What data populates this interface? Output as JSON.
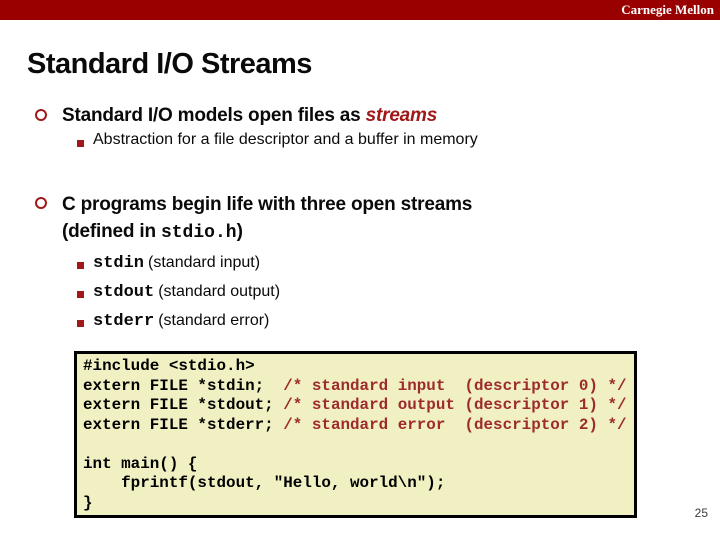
{
  "header": {
    "brand": "Carnegie Mellon"
  },
  "title": "Standard I/O Streams",
  "bullets": {
    "b1": {
      "main": "Standard I/O models open files as ",
      "emphasis": "streams",
      "sub": "Abstraction for a file descriptor and a buffer in memory"
    },
    "b2": {
      "line1": "C programs begin life with three open streams",
      "line2_prefix": "(defined in ",
      "line2_code": "stdio.h",
      "line2_suffix": ")",
      "items": [
        {
          "code": "stdin",
          "desc": "(standard input)"
        },
        {
          "code": "stdout",
          "desc": "(standard output)"
        },
        {
          "code": "stderr",
          "desc": "(standard error)"
        }
      ]
    }
  },
  "code": {
    "lines": {
      "include": "#include <stdio.h>",
      "stdin_code": "extern FILE *stdin;  ",
      "stdin_comment": "/* standard input  (descriptor 0) */",
      "stdout_code": "extern FILE *stdout; ",
      "stdout_comment": "/* standard output (descriptor 1) */",
      "stderr_code": "extern FILE *stderr; ",
      "stderr_comment": "/* standard error  (descriptor 2) */",
      "main_open": "int main() {",
      "main_body": "    fprintf(stdout, \"Hello, world\\n\");",
      "main_close": "}"
    }
  },
  "footer": {
    "page_number": "25"
  },
  "colors": {
    "header_bg": "#990000",
    "accent_red": "#A01818",
    "comment_red": "#9E2B2B",
    "code_bg": "#F0F0C3",
    "title_color": "#0a0a0a"
  }
}
